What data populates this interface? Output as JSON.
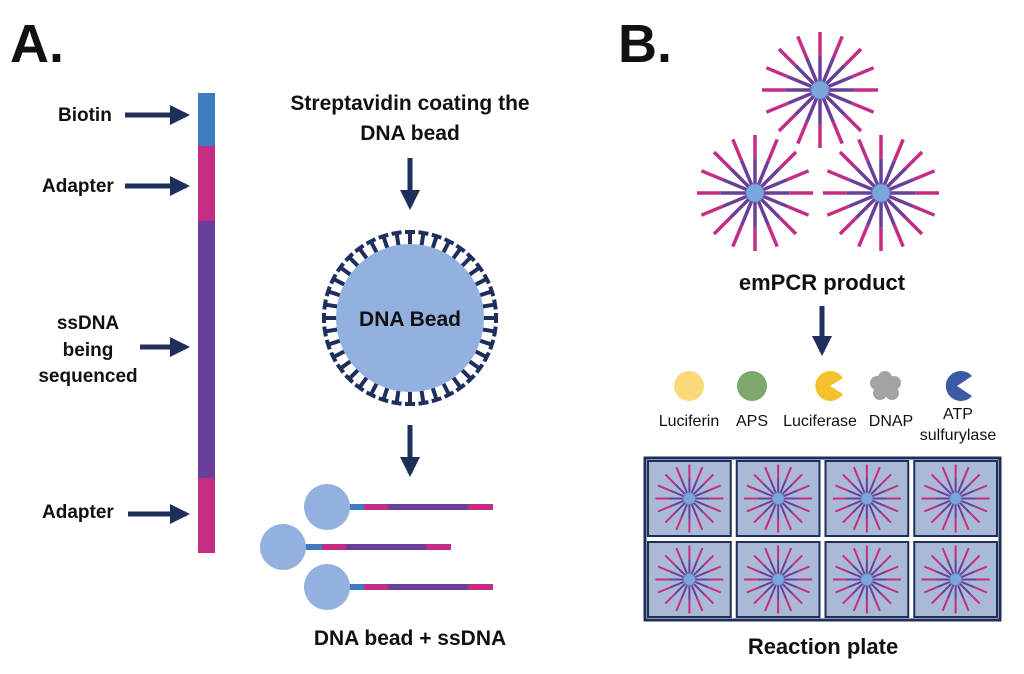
{
  "colors": {
    "navy": "#1f2f5c",
    "biotin": "#3e7cc0",
    "adapter": "#c42d83",
    "ssdna": "#6a3f99",
    "bead": "#93b1de",
    "well_fill": "#aabad6",
    "luciferin": "#fbd87a",
    "aps": "#7fa96c",
    "luciferase": "#f7c12e",
    "dnap": "#a3a3a3",
    "atp_sulfurylase": "#3a5aa6"
  },
  "panel_a": {
    "letter": "A.",
    "strand_labels": {
      "biotin": "Biotin",
      "adapter_top": "Adapter",
      "ssdna": [
        "ssDNA",
        "being",
        "sequenced"
      ],
      "adapter_bottom": "Adapter"
    },
    "coating_title": [
      "Streptavidin coating the",
      "DNA bead"
    ],
    "bead_label": "DNA Bead",
    "bottom_label": "DNA bead + ssDNA"
  },
  "panel_b": {
    "letter": "B.",
    "empcr_label": "emPCR product",
    "legend": [
      {
        "label": "Luciferin",
        "icon": "luciferin-icon"
      },
      {
        "label": "APS",
        "icon": "aps-icon"
      },
      {
        "label": "Luciferase",
        "icon": "luciferase-icon"
      },
      {
        "label": "DNAP",
        "icon": "dnap-icon"
      },
      {
        "label": "ATP",
        "label2": "sulfurylase",
        "icon": "atp-sulfurylase-icon"
      }
    ],
    "plate_label": "Reaction plate"
  }
}
